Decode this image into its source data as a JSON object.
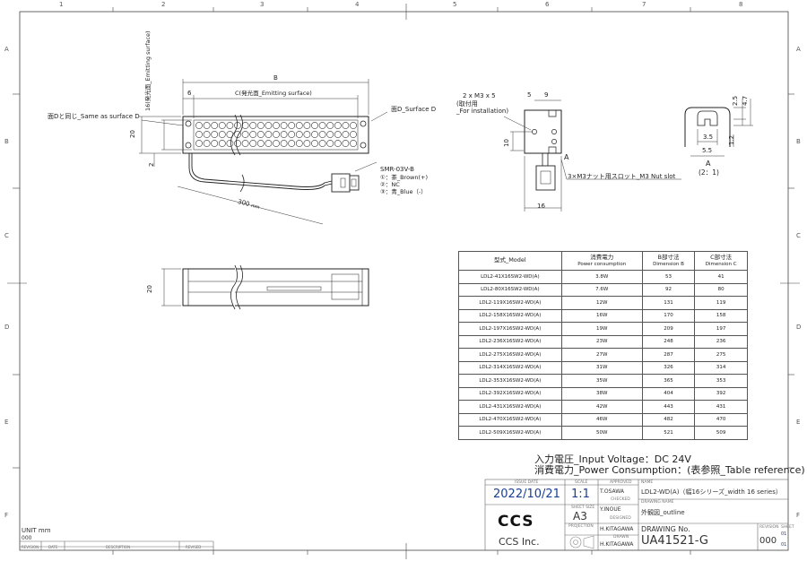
{
  "grid": {
    "columns": [
      "1",
      "2",
      "3",
      "4",
      "5",
      "6",
      "7",
      "8"
    ],
    "rows": [
      "A",
      "B",
      "C",
      "D",
      "E",
      "F"
    ]
  },
  "front_view": {
    "dim_b": "B",
    "dim_6": "6",
    "dim_c": "C(発光面_Emitting surface)",
    "side_label": "16(発光面_Emitting surface)",
    "dim_20": "20",
    "dim_2": "2",
    "surface_d_left": "面Dと同じ_Same as surface D",
    "surface_d_right": "面D_Surface D",
    "cable_length": "300",
    "cable_unit": "mm",
    "connector_title": "SMR-03V-B",
    "pins": [
      "①：茶_Brown(+)",
      "②：NC",
      "③：青_Blue（-）"
    ]
  },
  "side_view": {
    "screw": "2 x M3 x 5",
    "install_jp": "(取付用",
    "install_en": "_For installation)",
    "dim_5": "5",
    "dim_9": "9",
    "dim_10": "10",
    "dim_16": "16",
    "label_a": "A",
    "nut_slot": "3×M3ナット用スロット_M3 Nut slot"
  },
  "detail_a": {
    "dim_25": "2.5",
    "dim_47": "4.7",
    "dim_35": "3.5",
    "dim_55": "5.5",
    "dim_12": "1.2",
    "label": "A",
    "scale": "(2：1)"
  },
  "bottom_view": {
    "dim_20": "20"
  },
  "table": {
    "headers": [
      {
        "main": "型式_Model",
        "sub": ""
      },
      {
        "main": "消費電力",
        "sub": "Power consumption"
      },
      {
        "main": "B部寸法",
        "sub": "Dimension B"
      },
      {
        "main": "C部寸法",
        "sub": "Dimension C"
      }
    ],
    "rows": [
      [
        "LDL2-41X16SW2-WD(A)",
        "3.8W",
        "53",
        "41"
      ],
      [
        "LDL2-80X16SW2-WD(A)",
        "7.6W",
        "92",
        "80"
      ],
      [
        "LDL2-119X16SW2-WD(A)",
        "12W",
        "131",
        "119"
      ],
      [
        "LDL2-158X16SW2-WD(A)",
        "16W",
        "170",
        "158"
      ],
      [
        "LDL2-197X16SW2-WD(A)",
        "19W",
        "209",
        "197"
      ],
      [
        "LDL2-236X16SW2-WD(A)",
        "23W",
        "248",
        "236"
      ],
      [
        "LDL2-275X16SW2-WD(A)",
        "27W",
        "287",
        "275"
      ],
      [
        "LDL2-314X16SW2-WD(A)",
        "31W",
        "326",
        "314"
      ],
      [
        "LDL2-353X16SW2-WD(A)",
        "35W",
        "365",
        "353"
      ],
      [
        "LDL2-392X16SW2-WD(A)",
        "38W",
        "404",
        "392"
      ],
      [
        "LDL2-431X16SW2-WD(A)",
        "42W",
        "443",
        "431"
      ],
      [
        "LDL2-470X16SW2-WD(A)",
        "46W",
        "482",
        "470"
      ],
      [
        "LDL2-509X16SW2-WD(A)",
        "50W",
        "521",
        "509"
      ]
    ]
  },
  "notes": {
    "input_voltage": "入力電圧_Input Voltage：DC 24V",
    "power": "消費電力_Power Consumption：(表参照_Table reference)"
  },
  "title_block": {
    "issue_date_label": "ISSUE DATE",
    "issue_date": "2022/10/21",
    "scale_label": "SCALE",
    "scale": "1:1",
    "sheet_size_label": "SHEET SIZE",
    "sheet_size": "A3",
    "projection_label": "PROJECTION",
    "approved_label": "APPROVED",
    "approved": "T.OSAWA",
    "checked_label": "CHECKED",
    "checked": "Y.INOUE",
    "designed_label": "DESIGNED",
    "designed": "H.KITAGAWA",
    "drawn_label": "DRAWN",
    "drawn": "H.KITAGAWA",
    "name_label": "NAME",
    "name": "LDL2-WD(A)（幅16シリーズ_width 16 series）",
    "drawing_name_label": "DRAWING NAME",
    "drawing_name": "外観図_outline",
    "drawing_no_label": "DRAWING No.",
    "drawing_no": "UA41521-G",
    "revision_label": "REVISION",
    "revision": "000",
    "sheet_label": "SHEET",
    "sheet_current": "01",
    "sheet_total": "01",
    "company": "CCS Inc.",
    "logo": "CCS"
  },
  "revision_block": {
    "unit": "UNIT mm",
    "rev": "000",
    "cols": [
      "REVISION",
      "DATE",
      "DESCRIPTION",
      "REVISED"
    ]
  }
}
